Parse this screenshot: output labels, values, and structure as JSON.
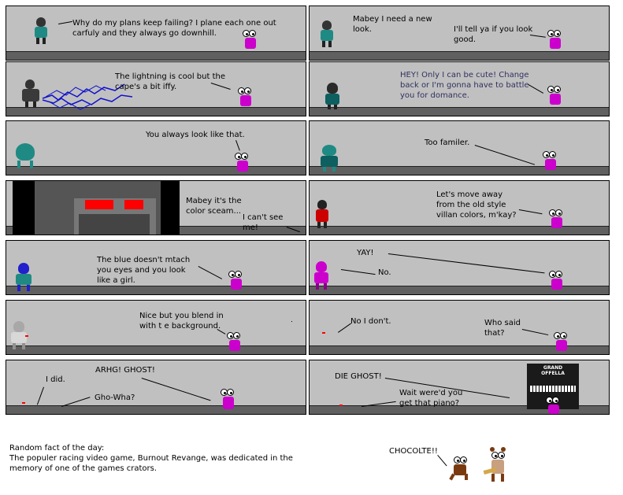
{
  "panels": {
    "p1": {
      "a": "Why do my plans keep failing? I plane each one out\ncarfuly and they always go downhill."
    },
    "p2": {
      "a": "Mabey I need a new\nlook.",
      "b": "I'll tell ya if you look\ngood."
    },
    "p3": {
      "a": "The lightning is cool but the\ncape's a bit iffy."
    },
    "p4": {
      "a": "HEY! Only I can be cute! Change\nback or I'm gonna have to battle\nyou for domance."
    },
    "p5": {
      "a": "You always look like that."
    },
    "p6": {
      "a": "Too familer."
    },
    "p7": {
      "a": "Mabey it's the\ncolor sceam...",
      "b": "I can't see\nme!"
    },
    "p8": {
      "a": "Let's move away\nfrom the old style\nvillan colors, m'kay?"
    },
    "p9": {
      "a": "The blue doesn't mtach\nyou eyes and you look\nlike a girl."
    },
    "p10": {
      "a": "YAY!",
      "b": "No."
    },
    "p11": {
      "a": "Nice but you blend in\nwith t e background."
    },
    "p12": {
      "a": "No I don't.",
      "b": "Who said\nthat?"
    },
    "p13": {
      "a": "ARHG! GHOST!",
      "b": "I did.",
      "c": "Gho-Wha?"
    },
    "p14": {
      "a": "DIE GHOST!",
      "b": "Wait were'd you\nget that piano?",
      "piano_brand": "GRAND\nOFFELLA"
    }
  },
  "footer": {
    "fact": "Random fact of the day:\nThe populer racing video game, Burnout Revange, was dedicated in the\nmemory of one of the games crators.",
    "chocolate": "CHOCOLTE!!"
  },
  "colors": {
    "panel_bg": "#c0c0c0",
    "floor": "#606060",
    "pink": "#cc00cc",
    "teal": "#1f8a84",
    "dark_teal": "#0e5f5f",
    "blue": "#2020cc",
    "lightning": "#1010d0"
  }
}
